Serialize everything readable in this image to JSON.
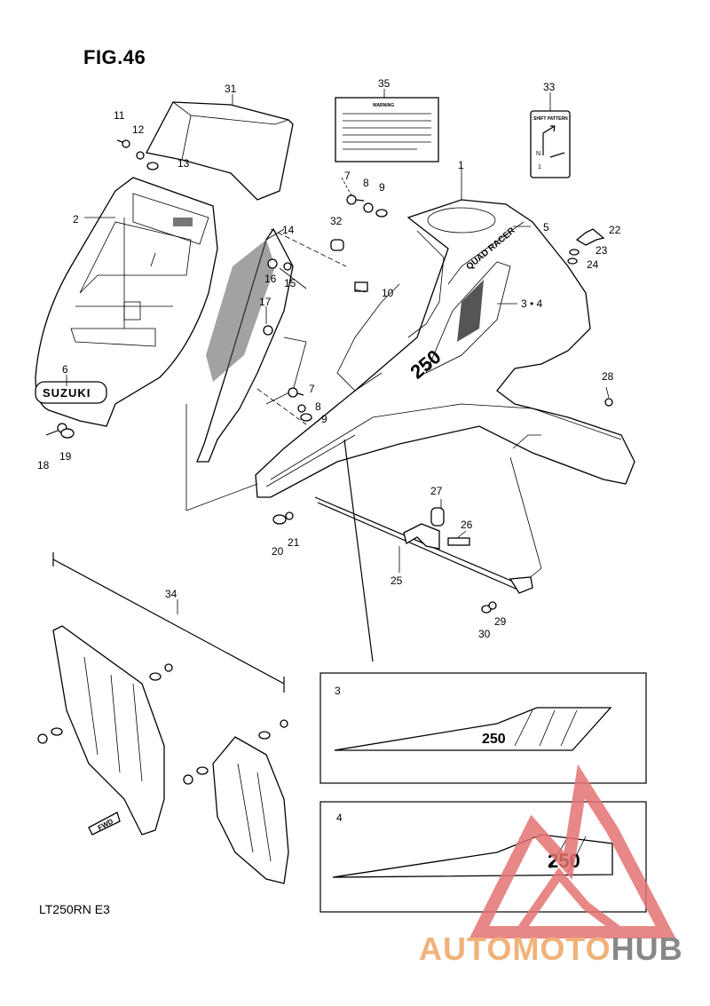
{
  "figure": {
    "title": "FIG.46",
    "model_code": "LT250RN E3"
  },
  "callouts": {
    "c1": "1",
    "c2": "2",
    "c3_4": "3 • 4",
    "c5": "5",
    "c6": "6",
    "c7a": "7",
    "c7b": "7",
    "c8a": "8",
    "c8b": "8",
    "c9a": "9",
    "c9b": "9",
    "c10": "10",
    "c11": "11",
    "c12": "12",
    "c13": "13",
    "c14": "14",
    "c15": "15",
    "c16": "16",
    "c17": "17",
    "c18": "18",
    "c19": "19",
    "c20": "20",
    "c21": "21",
    "c22": "22",
    "c23": "23",
    "c24": "24",
    "c25": "25",
    "c26": "26",
    "c27": "27",
    "c28": "28",
    "c29": "29",
    "c30": "30",
    "c31": "31",
    "c32": "32",
    "c33": "33",
    "c34": "34",
    "c35": "35"
  },
  "inset_3": {
    "label": "3",
    "decal_text": "250"
  },
  "inset_4": {
    "label": "4",
    "decal_text": "250"
  },
  "fender_decals": {
    "brand": "SUZUKI",
    "model": "250",
    "stripe": "QUAD RACER"
  },
  "labels": {
    "warning_title": "WARNING",
    "shift_pattern_title": "SHIFT PATTERN",
    "shift_n": "N",
    "shift_1": "1",
    "fwd": "FWD"
  },
  "watermark": {
    "part1": "AUTOMOTO",
    "part2": "HUB",
    "color_main": "#e57373",
    "color_dark": "#888888"
  }
}
